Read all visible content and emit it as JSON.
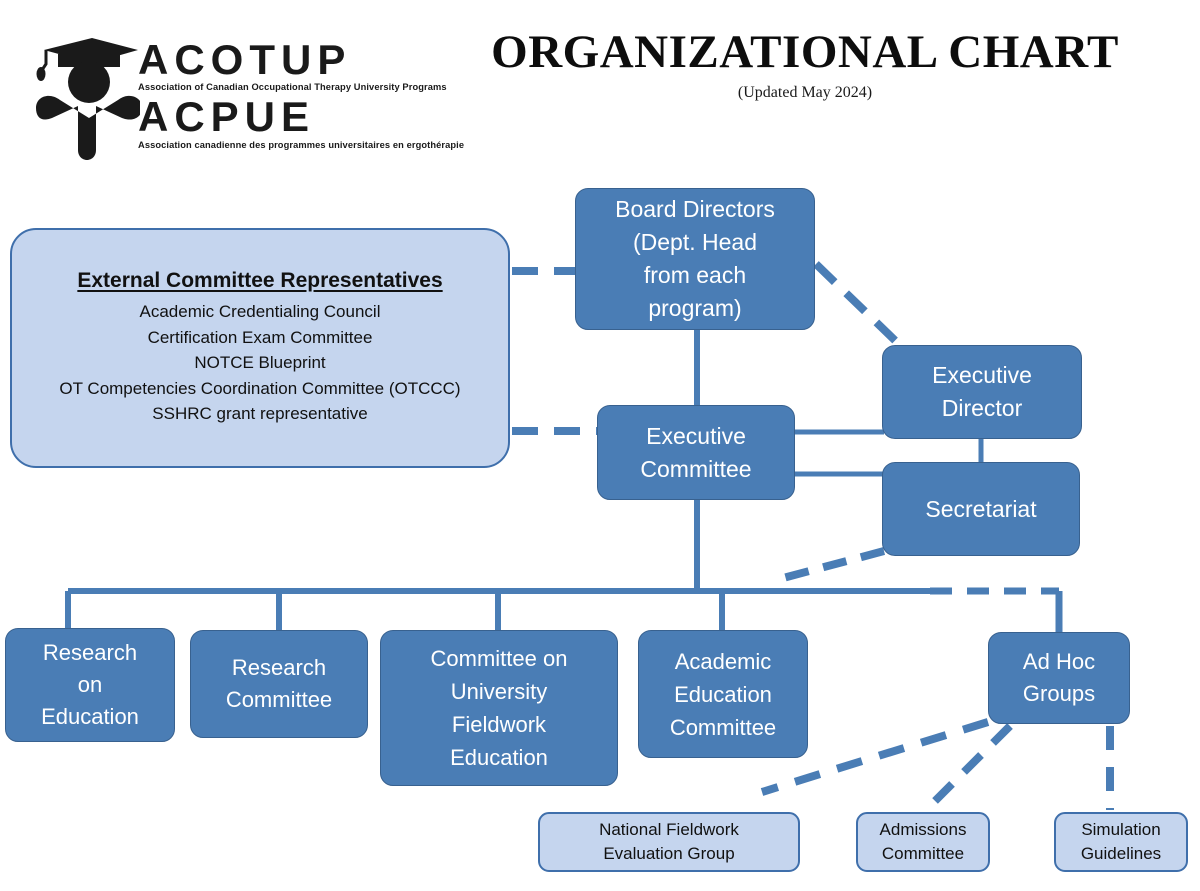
{
  "logo": {
    "acronym_en": "ACOTUP",
    "subtitle_en": "Association of Canadian Occupational Therapy University Programs",
    "acronym_fr": "ACPUE",
    "subtitle_fr": "Association canadienne des programmes universitaires en ergothérapie",
    "icon": "graduation-cap-figure-logo"
  },
  "header": {
    "title": "ORGANIZATIONAL CHART",
    "subtitle": "(Updated May 2024)"
  },
  "colors": {
    "node_dark_fill": "#4A7DB5",
    "node_dark_border": "#38618F",
    "node_light_fill": "#C5D5EE",
    "node_light_border": "#3F6FAB",
    "connector": "#4A7DB5",
    "text_on_dark": "#FFFFFF",
    "text_on_light": "#111111"
  },
  "external_panel": {
    "heading": "External Committee Representatives",
    "items": [
      "Academic Credentialing Council",
      "Certification Exam Committee",
      "NOTCE Blueprint",
      "OT Competencies Coordination Committee (OTCCC)",
      "SSHRC grant representative"
    ]
  },
  "chart_data": {
    "type": "diagram",
    "title": "ORGANIZATIONAL CHART",
    "subtitle": "(Updated May 2024)",
    "nodes": [
      {
        "id": "board",
        "label": "Board Directors (Dept. Head from each program)",
        "lines": [
          "Board Directors",
          "(Dept. Head",
          "from each",
          "program)"
        ],
        "style": "dark",
        "level": 1
      },
      {
        "id": "external",
        "label": "External Committee Representatives",
        "lines": [
          "External Committee Representatives"
        ],
        "style": "light",
        "level": 1
      },
      {
        "id": "exec_dir",
        "label": "Executive Director",
        "lines": [
          "Executive",
          "Director"
        ],
        "style": "dark",
        "level": 2
      },
      {
        "id": "exec_comm",
        "label": "Executive Committee",
        "lines": [
          "Executive",
          "Committee"
        ],
        "style": "dark",
        "level": 2
      },
      {
        "id": "secretariat",
        "label": "Secretariat",
        "lines": [
          "Secretariat"
        ],
        "style": "dark",
        "level": 3
      },
      {
        "id": "research_ed",
        "label": "Research on Education",
        "lines": [
          "Research",
          "on",
          "Education"
        ],
        "style": "dark",
        "level": 4
      },
      {
        "id": "research_comm",
        "label": "Research Committee",
        "lines": [
          "Research",
          "Committee"
        ],
        "style": "dark",
        "level": 4
      },
      {
        "id": "cufe",
        "label": "Committee on University Fieldwork Education",
        "lines": [
          "Committee on",
          "University",
          "Fieldwork",
          "Education"
        ],
        "style": "dark",
        "level": 4
      },
      {
        "id": "acad_ed",
        "label": "Academic Education Committee",
        "lines": [
          "Academic",
          "Education",
          "Committee"
        ],
        "style": "dark",
        "level": 4
      },
      {
        "id": "adhoc",
        "label": "Ad Hoc Groups",
        "lines": [
          "Ad Hoc",
          "Groups"
        ],
        "style": "dark",
        "level": 4
      },
      {
        "id": "nfeg",
        "label": "National Fieldwork Evaluation Group",
        "lines": [
          "National Fieldwork",
          "Evaluation Group"
        ],
        "style": "light",
        "level": 5
      },
      {
        "id": "admissions",
        "label": "Admissions Committee",
        "lines": [
          "Admissions",
          "Committee"
        ],
        "style": "light",
        "level": 5
      },
      {
        "id": "simulation",
        "label": "Simulation Guidelines",
        "lines": [
          "Simulation",
          "Guidelines"
        ],
        "style": "light",
        "level": 5
      }
    ],
    "edges": [
      {
        "from": "external",
        "to": "board",
        "style": "dashed"
      },
      {
        "from": "external",
        "to": "exec_comm",
        "style": "dashed"
      },
      {
        "from": "board",
        "to": "exec_dir",
        "style": "dashed"
      },
      {
        "from": "board",
        "to": "exec_comm",
        "style": "solid"
      },
      {
        "from": "exec_comm",
        "to": "exec_dir",
        "style": "solid"
      },
      {
        "from": "exec_comm",
        "to": "secretariat",
        "style": "solid"
      },
      {
        "from": "exec_dir",
        "to": "secretariat",
        "style": "solid"
      },
      {
        "from": "exec_comm",
        "to": "research_ed",
        "style": "solid"
      },
      {
        "from": "exec_comm",
        "to": "research_comm",
        "style": "solid"
      },
      {
        "from": "exec_comm",
        "to": "cufe",
        "style": "solid"
      },
      {
        "from": "exec_comm",
        "to": "acad_ed",
        "style": "solid"
      },
      {
        "from": "secretariat",
        "to": "adhoc",
        "style": "dashed"
      },
      {
        "from": "adhoc",
        "to": "nfeg",
        "style": "dashed"
      },
      {
        "from": "adhoc",
        "to": "admissions",
        "style": "dashed"
      },
      {
        "from": "adhoc",
        "to": "simulation",
        "style": "dashed"
      }
    ]
  },
  "nodes_text": {
    "board": {
      "l0": "Board Directors",
      "l1": "(Dept. Head",
      "l2": "from each",
      "l3": "program)"
    },
    "exec_dir": {
      "l0": "Executive",
      "l1": "Director"
    },
    "exec_comm": {
      "l0": "Executive",
      "l1": "Committee"
    },
    "secretariat": {
      "l0": "Secretariat"
    },
    "research_ed": {
      "l0": "Research",
      "l1": "on",
      "l2": "Education"
    },
    "research_comm": {
      "l0": "Research",
      "l1": "Committee"
    },
    "cufe": {
      "l0": "Committee on",
      "l1": "University",
      "l2": "Fieldwork",
      "l3": "Education"
    },
    "acad_ed": {
      "l0": "Academic",
      "l1": "Education",
      "l2": "Committee"
    },
    "adhoc": {
      "l0": "Ad Hoc",
      "l1": "Groups"
    },
    "nfeg": {
      "l0": "National Fieldwork",
      "l1": "Evaluation Group"
    },
    "admissions": {
      "l0": "Admissions",
      "l1": "Committee"
    },
    "simulation": {
      "l0": "Simulation",
      "l1": "Guidelines"
    }
  }
}
